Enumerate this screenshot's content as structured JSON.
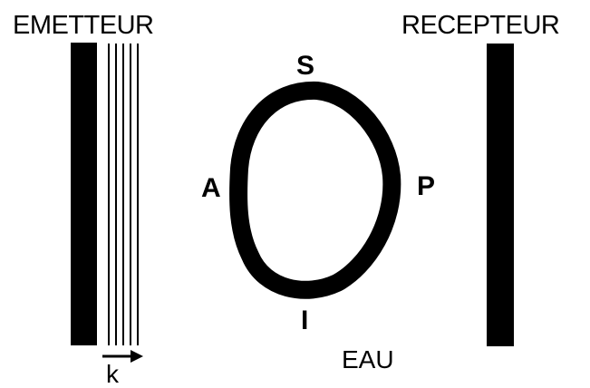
{
  "labels": {
    "emitter": "EMETTEUR",
    "receiver": "RECEPTEUR",
    "point_S": "S",
    "point_A": "A",
    "point_P": "P",
    "point_I": "I",
    "medium": "EAU",
    "wave_vector": "k"
  },
  "colors": {
    "ink": "#000000",
    "background": "#ffffff"
  },
  "wavefront_count": 5
}
